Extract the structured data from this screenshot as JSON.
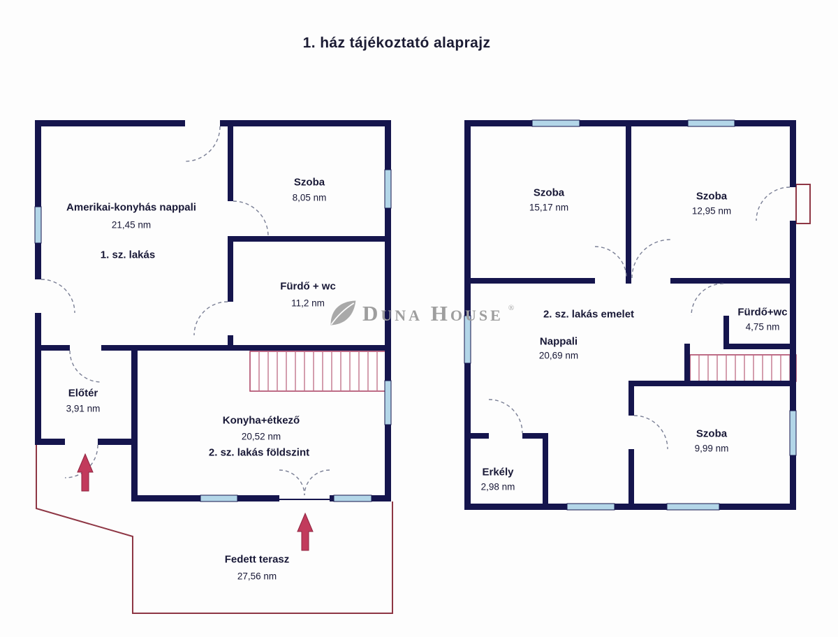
{
  "title": "1. ház tájékoztató alaprajz",
  "watermark": {
    "text": "Duna House",
    "reg": "®"
  },
  "ground_floor": {
    "living": {
      "name": "Amerikai-konyhás nappali",
      "area": "21,45 nm"
    },
    "flat1_label": "1. sz. lakás",
    "szoba": {
      "name": "Szoba",
      "area": "8,05 nm"
    },
    "furdo": {
      "name": "Fürdő + wc",
      "area": "11,2 nm"
    },
    "eloter": {
      "name": "Előtér",
      "area": "3,91 nm"
    },
    "konyha": {
      "name": "Konyha+étkező",
      "area": "20,52 nm"
    },
    "flat2_label": "2. sz. lakás földszint",
    "terasz": {
      "name": "Fedett terasz",
      "area": "27,56 nm"
    }
  },
  "upper_floor": {
    "szoba1": {
      "name": "Szoba",
      "area": "15,17 nm"
    },
    "szoba2": {
      "name": "Szoba",
      "area": "12,95 nm"
    },
    "flat2_emelet_label": "2. sz. lakás emelet",
    "nappali": {
      "name": "Nappali",
      "area": "20,69 nm"
    },
    "furdo": {
      "name": "Fürdő+wc",
      "area": "4,75 nm"
    },
    "szoba3": {
      "name": "Szoba",
      "area": "9,99 nm"
    },
    "erkely": {
      "name": "Erkély",
      "area": "2,98 nm"
    }
  },
  "colors": {
    "wall": "#15154d",
    "window": "#b3d6e8",
    "stairs_red": "#a83c5e",
    "terrace_line": "#8e3644",
    "arrow": "#c23b5c",
    "door_dash": "#7a7f95",
    "watermark_gray": "#9e9e9e"
  }
}
